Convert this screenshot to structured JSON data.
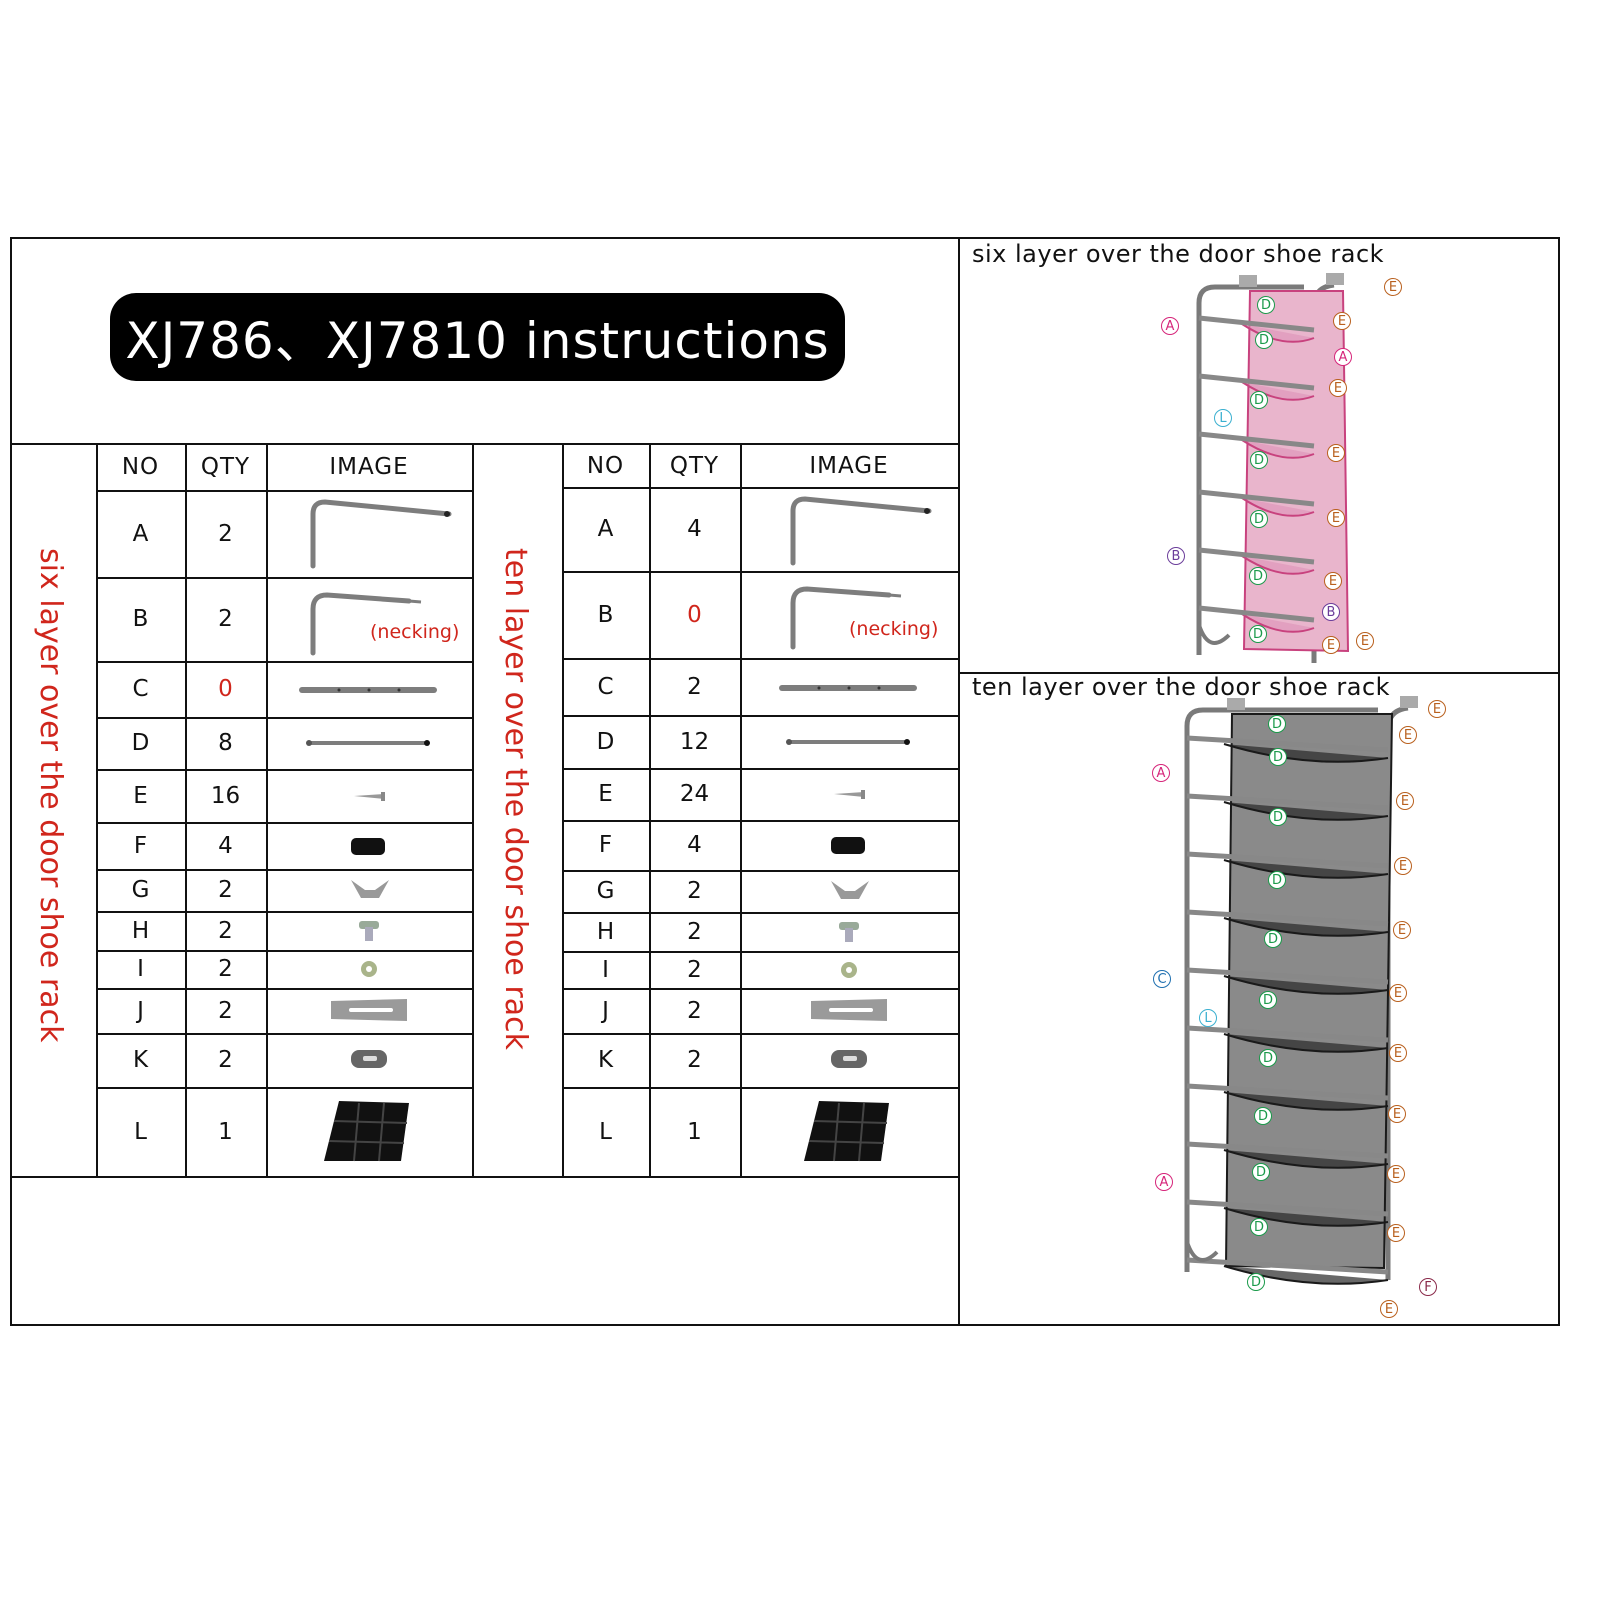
{
  "title": "XJ786、XJ7810  instructions",
  "six_layer_label": "six layer over the door shoe rack",
  "ten_layer_label": "ten layer over the door shoe rack",
  "headers": {
    "no": "NO",
    "qty": "QTY",
    "image": "IMAGE"
  },
  "necking_note": "(necking)",
  "six_layer_parts": [
    {
      "no": "A",
      "qty": "2",
      "icon": "bent-rod-icon"
    },
    {
      "no": "B",
      "qty": "2",
      "icon": "necked-bent-rod-icon"
    },
    {
      "no": "C",
      "qty": "0",
      "icon": "holed-tube-icon",
      "highlight": true
    },
    {
      "no": "D",
      "qty": "8",
      "icon": "rod-icon"
    },
    {
      "no": "E",
      "qty": "16",
      "icon": "screw-icon"
    },
    {
      "no": "F",
      "qty": "4",
      "icon": "end-cap-icon"
    },
    {
      "no": "G",
      "qty": "2",
      "icon": "wing-nut-icon"
    },
    {
      "no": "H",
      "qty": "2",
      "icon": "bolt-icon"
    },
    {
      "no": "I",
      "qty": "2",
      "icon": "washer-icon"
    },
    {
      "no": "J",
      "qty": "2",
      "icon": "slotted-plate-icon"
    },
    {
      "no": "K",
      "qty": "2",
      "icon": "bracket-icon"
    },
    {
      "no": "L",
      "qty": "1",
      "icon": "fabric-pockets-icon"
    }
  ],
  "ten_layer_parts": [
    {
      "no": "A",
      "qty": "4",
      "icon": "bent-rod-icon"
    },
    {
      "no": "B",
      "qty": "0",
      "icon": "necked-bent-rod-icon",
      "highlight": true
    },
    {
      "no": "C",
      "qty": "2",
      "icon": "holed-tube-icon"
    },
    {
      "no": "D",
      "qty": "12",
      "icon": "rod-icon"
    },
    {
      "no": "E",
      "qty": "24",
      "icon": "screw-icon"
    },
    {
      "no": "F",
      "qty": "4",
      "icon": "end-cap-icon"
    },
    {
      "no": "G",
      "qty": "2",
      "icon": "wing-nut-icon"
    },
    {
      "no": "H",
      "qty": "2",
      "icon": "bolt-icon"
    },
    {
      "no": "I",
      "qty": "2",
      "icon": "washer-icon"
    },
    {
      "no": "J",
      "qty": "2",
      "icon": "slotted-plate-icon"
    },
    {
      "no": "K",
      "qty": "2",
      "icon": "bracket-icon"
    },
    {
      "no": "L",
      "qty": "1",
      "icon": "fabric-pockets-icon"
    }
  ],
  "six_panel": {
    "title": "six layer over the door shoe rack",
    "fabric_color": "#e9b5cc",
    "trim_color": "#c8427e",
    "callouts": [
      "D",
      "E",
      "A",
      "E",
      "D",
      "A",
      "E",
      "L",
      "D",
      "D",
      "E",
      "D",
      "E",
      "B",
      "D",
      "E",
      "B",
      "D",
      "E",
      "E"
    ]
  },
  "ten_panel": {
    "title": "ten layer over the door shoe rack",
    "fabric_color": "#8a8a8a",
    "trim_color": "#1a1a1a",
    "callouts": [
      "E",
      "D",
      "E",
      "A",
      "D",
      "E",
      "D",
      "E",
      "D",
      "E",
      "D",
      "C",
      "E",
      "D",
      "L",
      "E",
      "D",
      "E",
      "D",
      "E",
      "A",
      "D",
      "E",
      "D",
      "D",
      "F",
      "E"
    ]
  },
  "callout_colors": {
    "A": "#d6257a",
    "B": "#6b3d9a",
    "C": "#1e6fb0",
    "D": "#1a9a4a",
    "E": "#b9601e",
    "F": "#8a2a4a",
    "L": "#3bb0d0"
  }
}
